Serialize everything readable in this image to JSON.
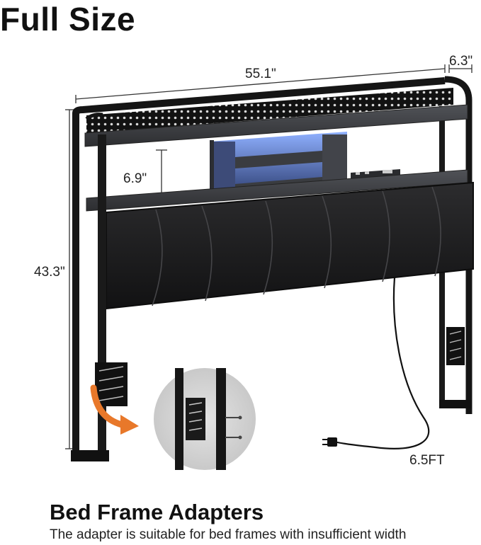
{
  "header": {
    "title": "Full Size"
  },
  "dimensions": {
    "width": "55.1\"",
    "depth": "6.3\"",
    "height": "43.3\"",
    "shelf_gap": "6.9\"",
    "cord_length": "6.5FT"
  },
  "footer": {
    "title": "Bed Frame Adapters",
    "subtitle": "The adapter is suitable for bed frames with insufficient width"
  },
  "colors": {
    "frame": "#151515",
    "shelf": "#3a3b3d",
    "led": "#4c6fd6",
    "cushion": "#1d1d1f",
    "accent": "#e8782a"
  },
  "icons": [
    "arrow-curve-icon",
    "power-plug-icon",
    "screw-icon"
  ]
}
